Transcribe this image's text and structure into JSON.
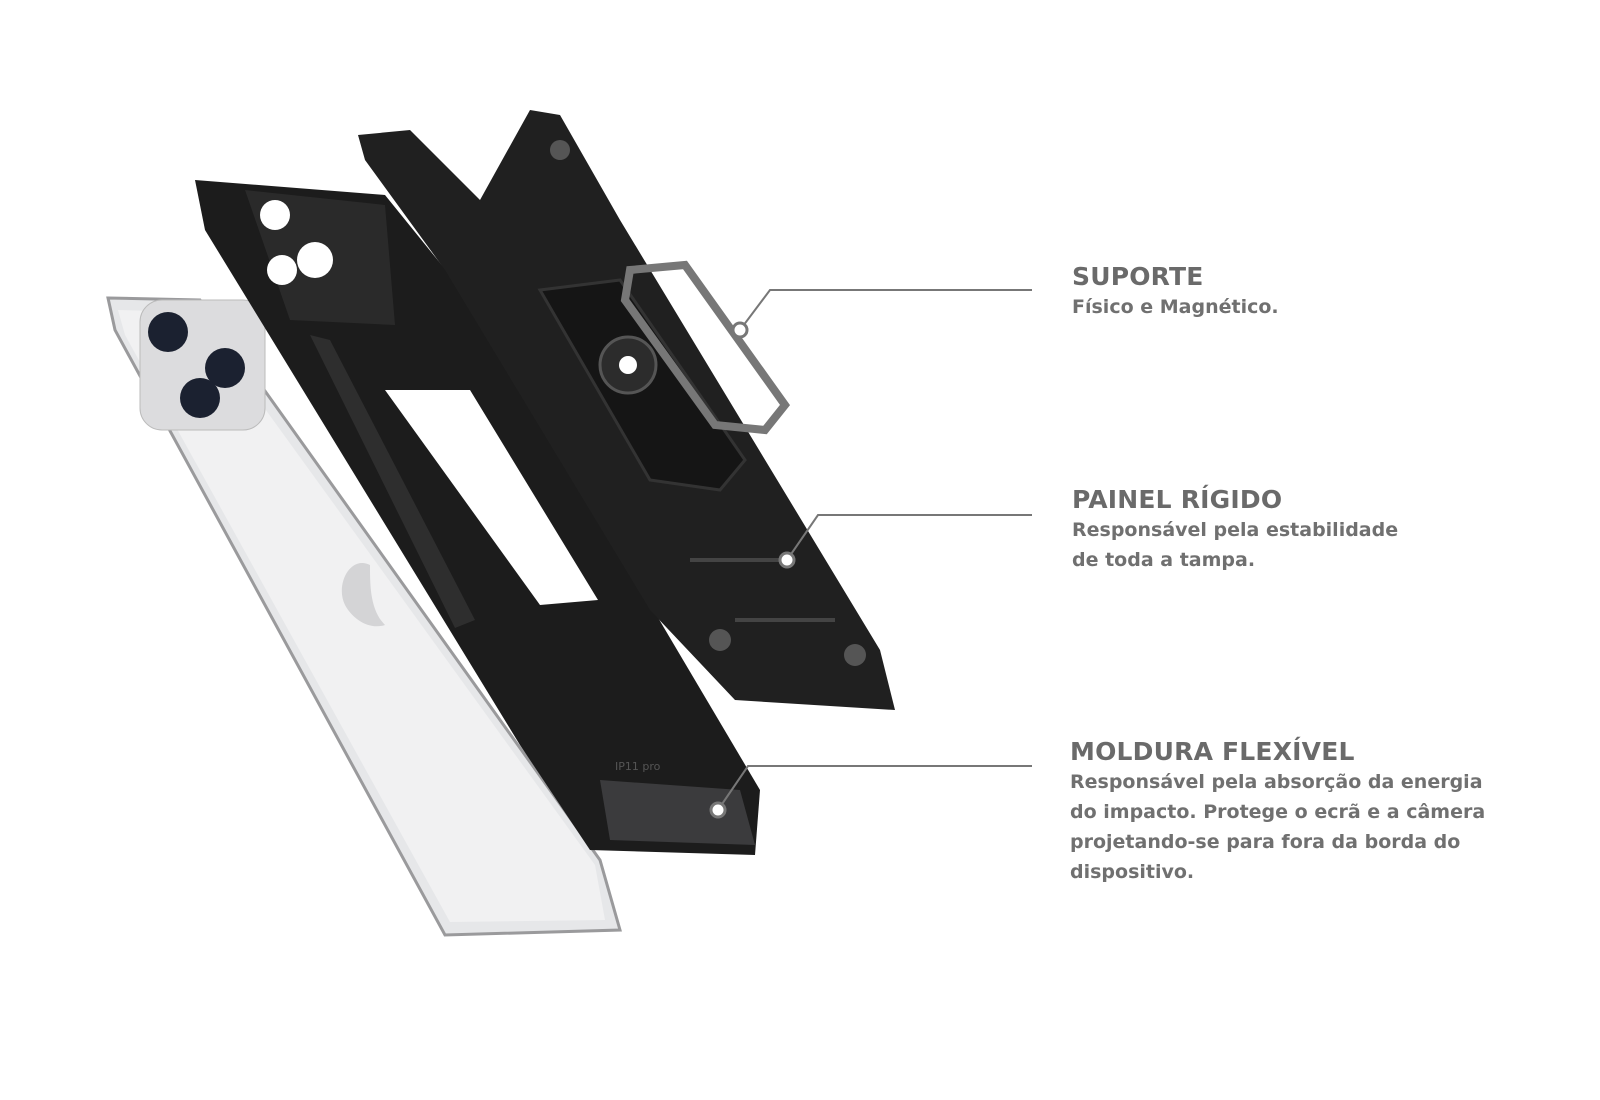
{
  "features": [
    {
      "title": "SUPORTE",
      "lines": [
        "Físico e Magnético."
      ]
    },
    {
      "title": "PAINEL RÍGIDO",
      "lines": [
        "Responsável pela estabilidade",
        "de toda a tampa."
      ]
    },
    {
      "title": "MOLDURA FLEXÍVEL",
      "lines": [
        "Responsável pela absorção da energia",
        "do impacto. Protege o ecrã e a câmera",
        "projetando-se para fora da borda do",
        "dispositivo."
      ]
    }
  ],
  "product_marking": "IP11 pro",
  "colors": {
    "text": "#6a6a6a",
    "leader": "#777777",
    "case": "#1e1e1e",
    "phone": "#e9e9ea"
  }
}
